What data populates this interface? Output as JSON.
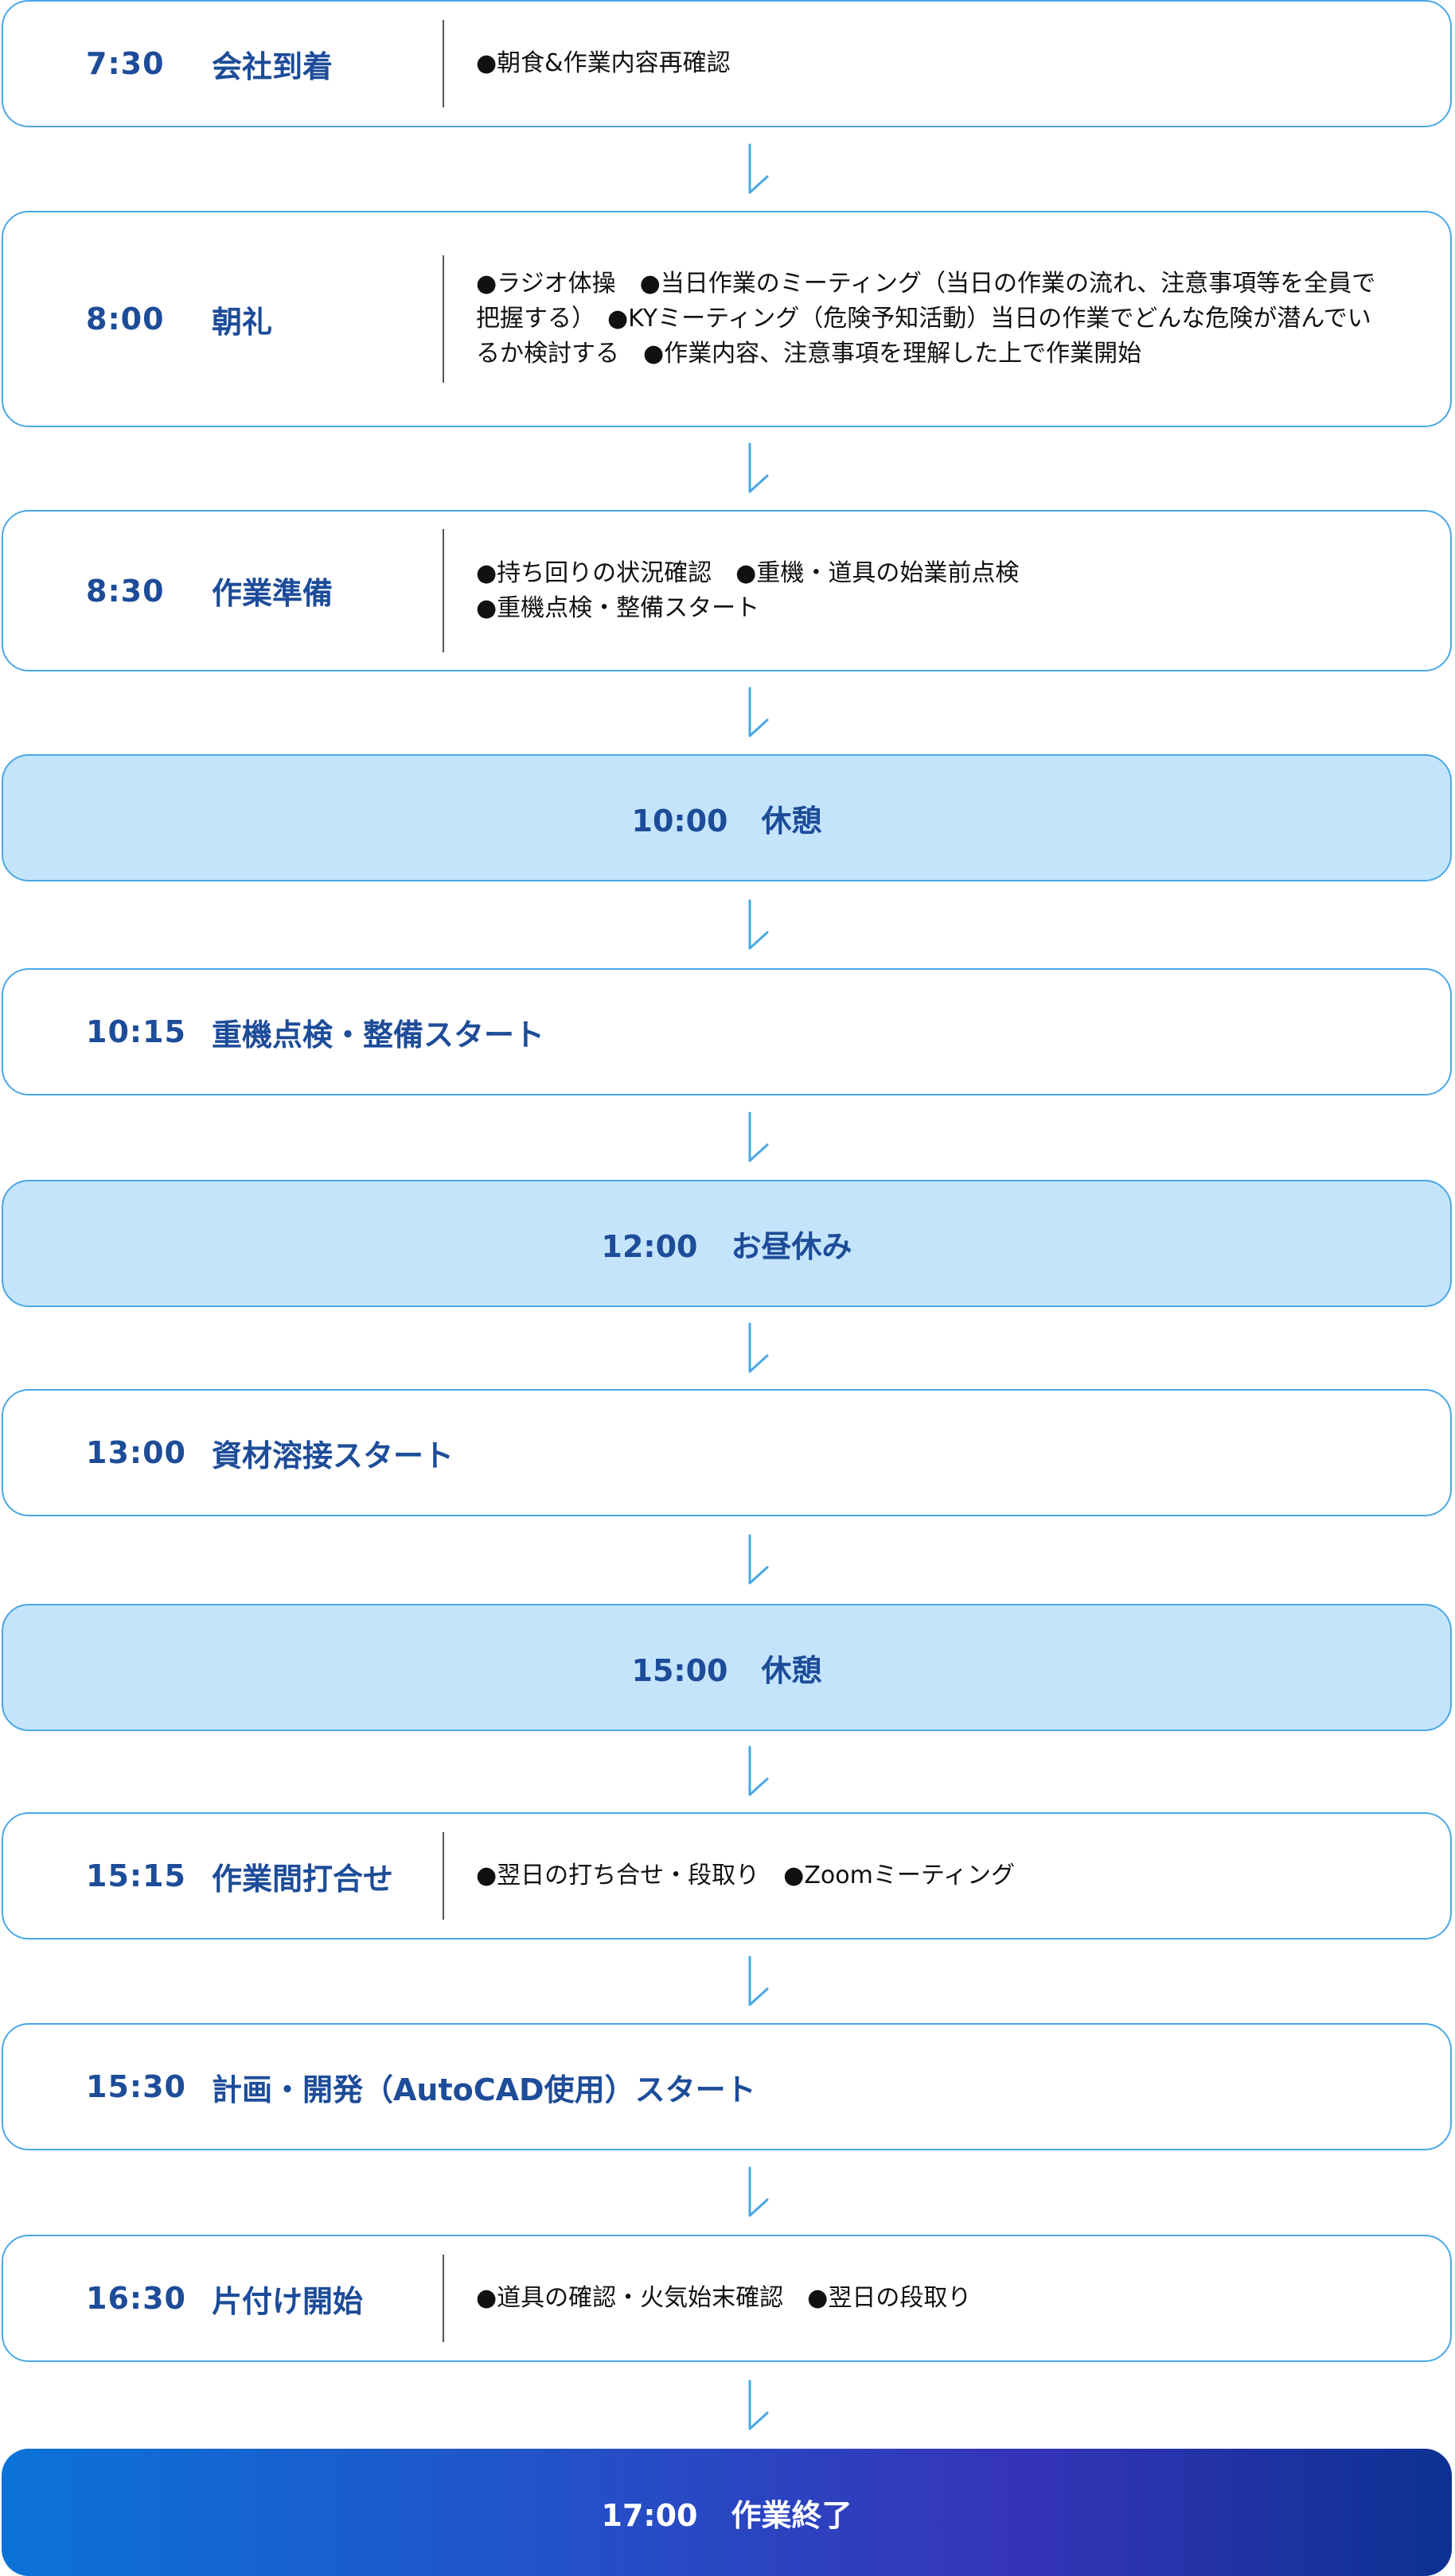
{
  "schedule": [
    {
      "time": "7:30",
      "title": "会社到着",
      "detail": "●朝食&作業内容再確認",
      "kind": "detail"
    },
    {
      "time": "8:00",
      "title": "朝礼",
      "detail": "●ラジオ体操　●当日作業のミーティング（当日の作業の流れ、注意事項等を全員で把握する）　●KYミーティング（危険予知活動）当日の作業でどんな危険が潜んでいるか検討する　●作業内容、注意事項を理解した上で作業開始",
      "kind": "detail"
    },
    {
      "time": "8:30",
      "title": "作業準備",
      "detail": "●持ち回りの状況確認　●重機・道具の始業前点検\n●重機点検・整備スタート",
      "kind": "detail"
    },
    {
      "time": "10:00",
      "title": "休憩",
      "kind": "break"
    },
    {
      "time": "10:15",
      "title": "重機点検・整備スタート",
      "kind": "simple"
    },
    {
      "time": "12:00",
      "title": "お昼休み",
      "kind": "break"
    },
    {
      "time": "13:00",
      "title": "資材溶接スタート",
      "kind": "simple"
    },
    {
      "time": "15:00",
      "title": "休憩",
      "kind": "break"
    },
    {
      "time": "15:15",
      "title": "作業間打合せ",
      "detail": "●翌日の打ち合せ・段取り　●Zoomミーティング",
      "kind": "detail"
    },
    {
      "time": "15:30",
      "title": "計画・開発（AutoCAD使用）スタート",
      "kind": "simple"
    },
    {
      "time": "16:30",
      "title": "片付け開始",
      "detail": "●道具の確認・火気始末確認　●翌日の段取り",
      "kind": "detail"
    },
    {
      "time": "17:00",
      "title": "作業終了",
      "kind": "final"
    }
  ],
  "colors": {
    "border": "#4aa8e6",
    "text_blue": "#1d4c99",
    "break_bg": "#c4e4fb",
    "arrow": "#4aa8e6"
  },
  "icons": {
    "connector": "arrow-down-icon"
  }
}
